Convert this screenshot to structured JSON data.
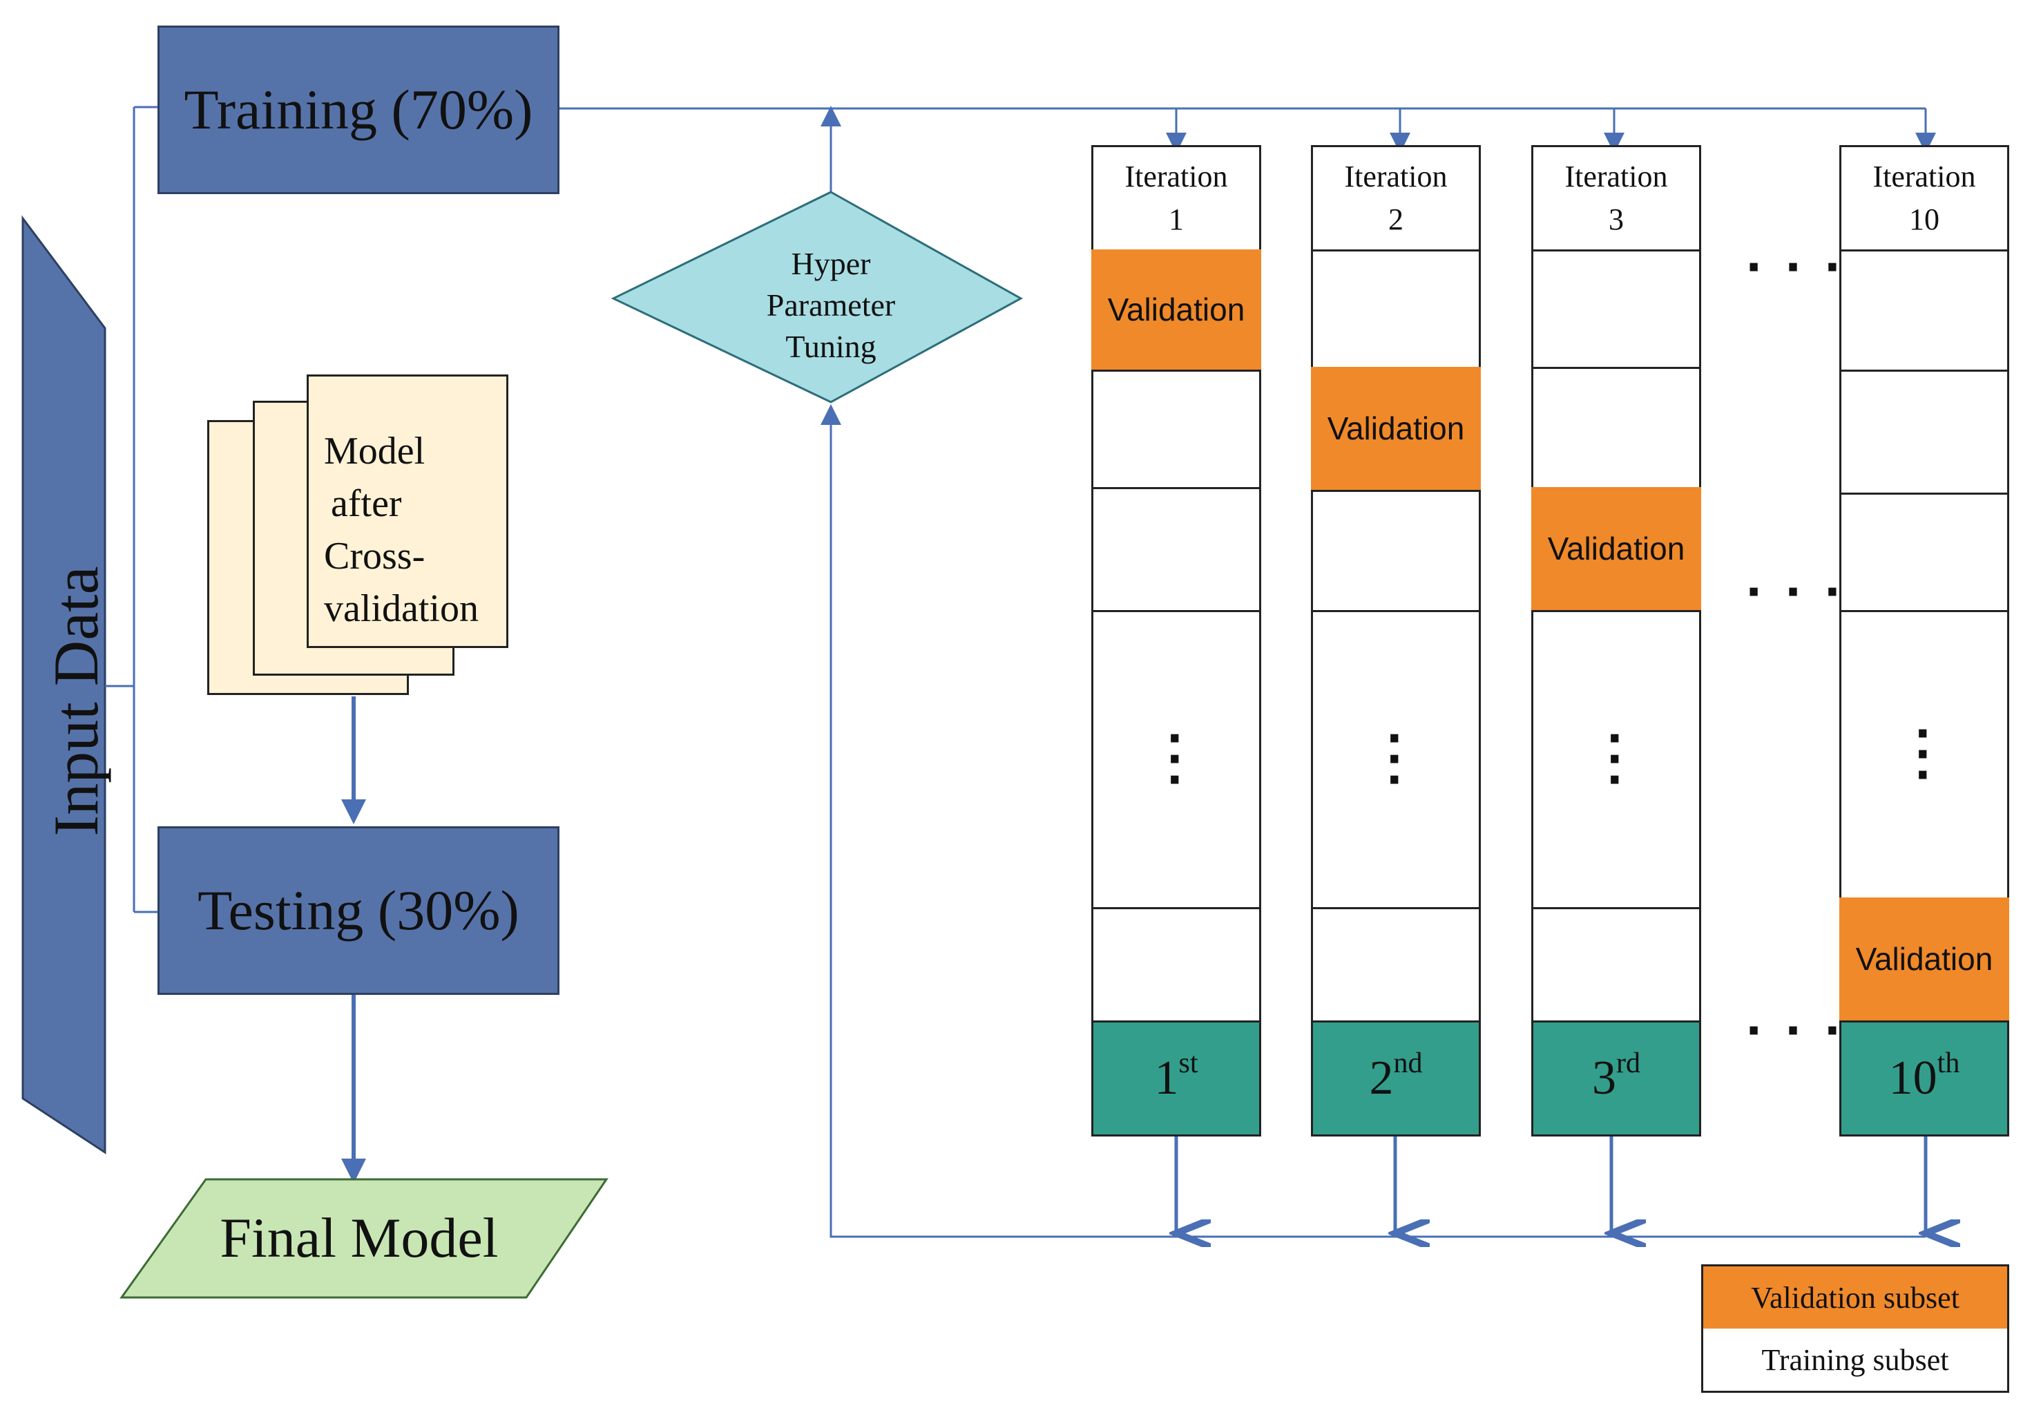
{
  "input_data": "Input Data",
  "training": "Training (70%)",
  "testing": "Testing (30%)",
  "final_model": "Final Model",
  "model_after_cv": [
    "Model",
    "after",
    "Cross-",
    "validation"
  ],
  "hyper_parameter_tuning": [
    "Hyper",
    "Parameter",
    "Tuning"
  ],
  "iterations": [
    {
      "label": "Iteration",
      "number": "1",
      "rank": "1",
      "suffix": "st"
    },
    {
      "label": "Iteration",
      "number": "2",
      "rank": "2",
      "suffix": "nd"
    },
    {
      "label": "Iteration",
      "number": "3",
      "rank": "3",
      "suffix": "rd"
    },
    {
      "label": "Iteration",
      "number": "10",
      "rank": "10 ",
      "suffix": "th"
    }
  ],
  "validation_label": "Validation",
  "legend": {
    "validation_subset": "Validation subset",
    "training_subset": "Training subset"
  },
  "ellipsis_h": "…",
  "ellipsis_v": "⋮",
  "colors": {
    "blue_box": "#5673a9",
    "validation": "#f0892a",
    "result": "#339e8c",
    "diamond": "#a8dde3",
    "final": "#c8e6b4",
    "pages": "#fff2d6",
    "line": "#4a6fb5"
  }
}
